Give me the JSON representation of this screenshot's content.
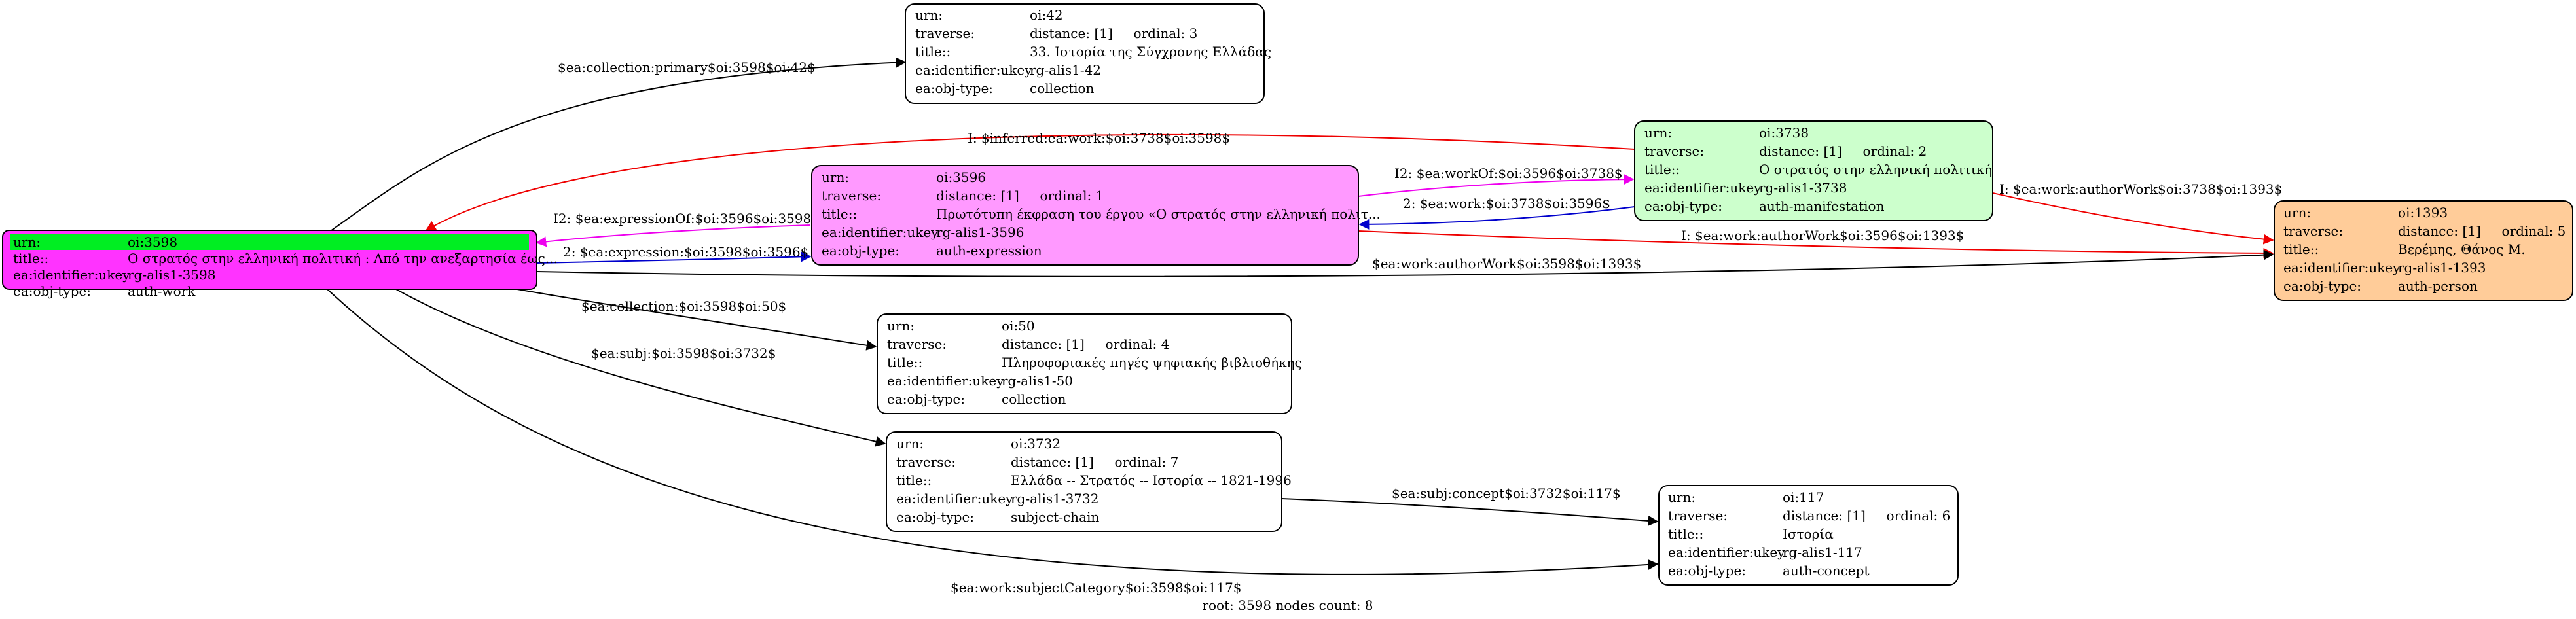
{
  "colors": {
    "root_fill": "#ff33ff",
    "root_urn_fill": "#00ee22",
    "expression_fill": "#ff99ff",
    "manifestation_fill": "#ccffcc",
    "person_fill": "#ffcc99",
    "plain_fill": "#ffffff",
    "edge_black": "#000000",
    "edge_red": "#ee0000",
    "edge_blue": "#0000cc",
    "edge_magenta": "#ee00ee"
  },
  "field_labels": {
    "urn": "urn:",
    "traverse": "traverse:",
    "title": "title::",
    "ukey": "ea:identifier:ukey",
    "objtype": "ea:obj-type:"
  },
  "nodes": {
    "oi3598": {
      "urn": "oi:3598",
      "title": "Ο στρατός στην ελληνική πολιτική : Από την ανεξαρτησία έως...",
      "ukey": "rg-alis1-3598",
      "objtype": "auth-work"
    },
    "oi42": {
      "urn": "oi:42",
      "traverse": "distance: [1]     ordinal: 3",
      "title": "33. Ιστορία της Σύγχρονης Ελλάδας",
      "ukey": "rg-alis1-42",
      "objtype": "collection"
    },
    "oi3596": {
      "urn": "oi:3596",
      "traverse": "distance: [1]     ordinal: 1",
      "title": "Πρωτότυπη έκφραση του έργου «Ο στρατός στην ελληνική πολιτ...",
      "ukey": "rg-alis1-3596",
      "objtype": "auth-expression"
    },
    "oi3738": {
      "urn": "oi:3738",
      "traverse": "distance: [1]     ordinal: 2",
      "title": "Ο στρατός στην ελληνική πολιτική",
      "ukey": "rg-alis1-3738",
      "objtype": "auth-manifestation"
    },
    "oi1393": {
      "urn": "oi:1393",
      "traverse": "distance: [1]     ordinal: 5",
      "title": "Βερέμης, Θάνος Μ.",
      "ukey": "rg-alis1-1393",
      "objtype": "auth-person"
    },
    "oi50": {
      "urn": "oi:50",
      "traverse": "distance: [1]     ordinal: 4",
      "title": "Πληροφοριακές πηγές ψηφιακής βιβλιοθήκης",
      "ukey": "rg-alis1-50",
      "objtype": "collection"
    },
    "oi3732": {
      "urn": "oi:3732",
      "traverse": "distance: [1]     ordinal: 7",
      "title": "Ελλάδα -- Στρατός -- Ιστορία -- 1821-1996",
      "ukey": "rg-alis1-3732",
      "objtype": "subject-chain"
    },
    "oi117": {
      "urn": "oi:117",
      "traverse": "distance: [1]     ordinal: 6",
      "title": "Ιστορία",
      "ukey": "rg-alis1-117",
      "objtype": "auth-concept"
    }
  },
  "edges": {
    "e_3598_42": "$ea:collection:primary$oi:3598$oi:42$",
    "e_inferred_3738_3598": "I: $inferred:ea:work:$oi:3738$oi:3598$",
    "e_3596_3738": "I2: $ea:workOf:$oi:3596$oi:3738$",
    "e_3738_3596": "2: $ea:work:$oi:3738$oi:3596$",
    "e_3738_1393": "I: $ea:work:authorWork$oi:3738$oi:1393$",
    "e_3596_3598": "I2: $ea:expressionOf:$oi:3596$oi:3598$",
    "e_3598_3596": "2: $ea:expression:$oi:3598$oi:3596$",
    "e_3596_1393": "I: $ea:work:authorWork$oi:3596$oi:1393$",
    "e_3598_1393": "$ea:work:authorWork$oi:3598$oi:1393$",
    "e_3598_50": "$ea:collection:$oi:3598$oi:50$",
    "e_3598_3732": "$ea:subj:$oi:3598$oi:3732$",
    "e_3732_117": "$ea:subj:concept$oi:3732$oi:117$",
    "e_3598_117": "$ea:work:subjectCategory$oi:3598$oi:117$"
  },
  "footer": "root: 3598 nodes count: 8"
}
